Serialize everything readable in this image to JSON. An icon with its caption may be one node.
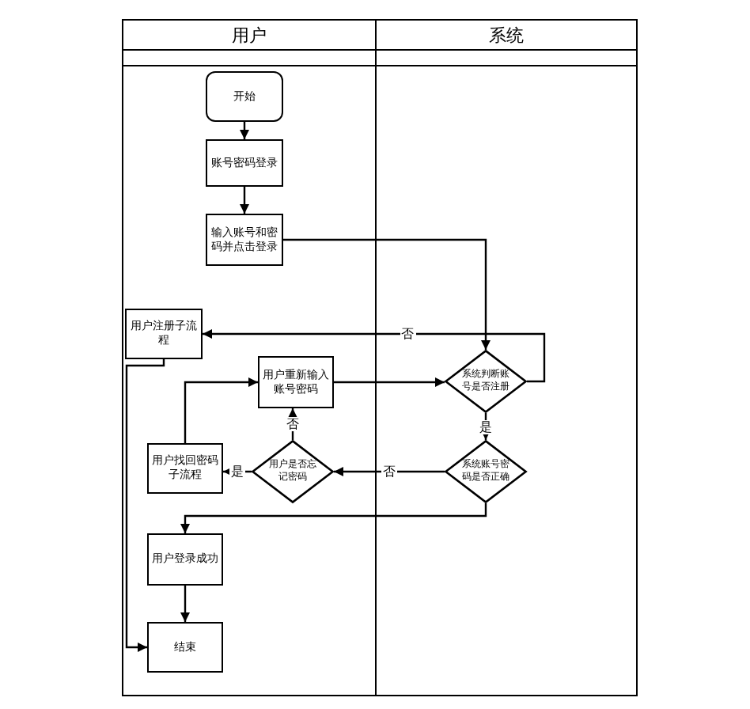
{
  "diagram": {
    "nodes": [
      {
        "text": [
          "用户"
        ]
      },
      {
        "text": [
          "系统"
        ]
      },
      {
        "text": [
          "开始"
        ],
        "in": 0
      },
      {
        "text": [
          "账号密码登录"
        ],
        "in": 0
      },
      {
        "text": [
          "输入账号和密码并点击登录"
        ],
        "in": 0
      },
      {
        "text": [
          "用户注册子流程"
        ],
        "in": 0
      },
      {
        "text": [
          "用户重新输入账号密码"
        ],
        "in": 0
      },
      {
        "text": [
          "系统判断账号是否注册"
        ],
        "in": 1
      },
      {
        "text": [
          "用户找回密码子流程"
        ],
        "in": 0
      },
      {
        "text": [
          "用户是否忘记密码"
        ],
        "in": 0
      },
      {
        "text": [
          "系统账号密码是否正确"
        ],
        "in": 1
      },
      {
        "text": [
          "用户登录成功"
        ],
        "in": 0
      },
      {
        "text": [
          "结束"
        ],
        "in": 0
      }
    ],
    "edges": [
      {
        "from": 2,
        "to": 3,
        "arrow": "to"
      },
      {
        "from": 3,
        "to": 4,
        "arrow": "to"
      },
      {
        "from": 4,
        "to": 7,
        "arrow": "to"
      },
      {
        "from": 7,
        "to": 5,
        "arrow": "to",
        "label": "否"
      },
      {
        "from": 7,
        "to": 10,
        "arrow": "to",
        "label": "是"
      },
      {
        "from": 10,
        "to": 9,
        "arrow": "to",
        "label": "否"
      },
      {
        "from": 9,
        "to": 8,
        "arrow": "to",
        "label": "是"
      },
      {
        "from": 9,
        "to": 6,
        "arrow": "to",
        "label": "否"
      },
      {
        "from": 8,
        "to": 6,
        "arrow": "to"
      },
      {
        "from": 6,
        "to": 7,
        "arrow": "to"
      },
      {
        "from": 10,
        "to": 11,
        "arrow": "to"
      },
      {
        "from": 11,
        "to": 12,
        "arrow": "to"
      },
      {
        "from": 5,
        "to": 12,
        "arrow": "to"
      }
    ]
  }
}
